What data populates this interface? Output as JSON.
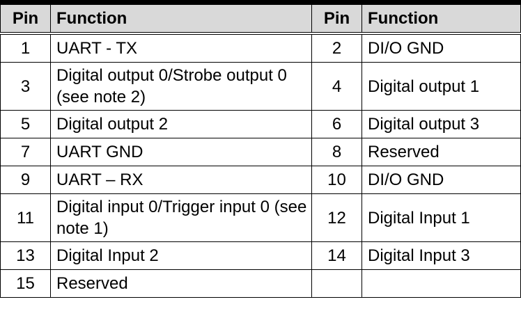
{
  "header": {
    "pin_left": "Pin",
    "function_left": "Function",
    "pin_right": "Pin",
    "function_right": "Function"
  },
  "rows": [
    {
      "pin_left": "1",
      "function_left": "UART - TX",
      "pin_right": "2",
      "function_right": "DI/O GND"
    },
    {
      "pin_left": "3",
      "function_left": "Digital output 0/Strobe output 0 (see note 2)",
      "pin_right": "4",
      "function_right": "Digital output 1"
    },
    {
      "pin_left": "5",
      "function_left": "Digital output 2",
      "pin_right": "6",
      "function_right": "Digital output 3"
    },
    {
      "pin_left": "7",
      "function_left": "UART GND",
      "pin_right": "8",
      "function_right": "Reserved"
    },
    {
      "pin_left": "9",
      "function_left": "UART – RX",
      "pin_right": "10",
      "function_right": "DI/O GND"
    },
    {
      "pin_left": "11",
      "function_left": "Digital input 0/Trigger input 0 (see note 1)",
      "pin_right": "12",
      "function_right": "Digital Input 1"
    },
    {
      "pin_left": "13",
      "function_left": "Digital Input 2",
      "pin_right": "14",
      "function_right": "Digital Input 3"
    },
    {
      "pin_left": "15",
      "function_left": "Reserved",
      "pin_right": "",
      "function_right": ""
    }
  ]
}
